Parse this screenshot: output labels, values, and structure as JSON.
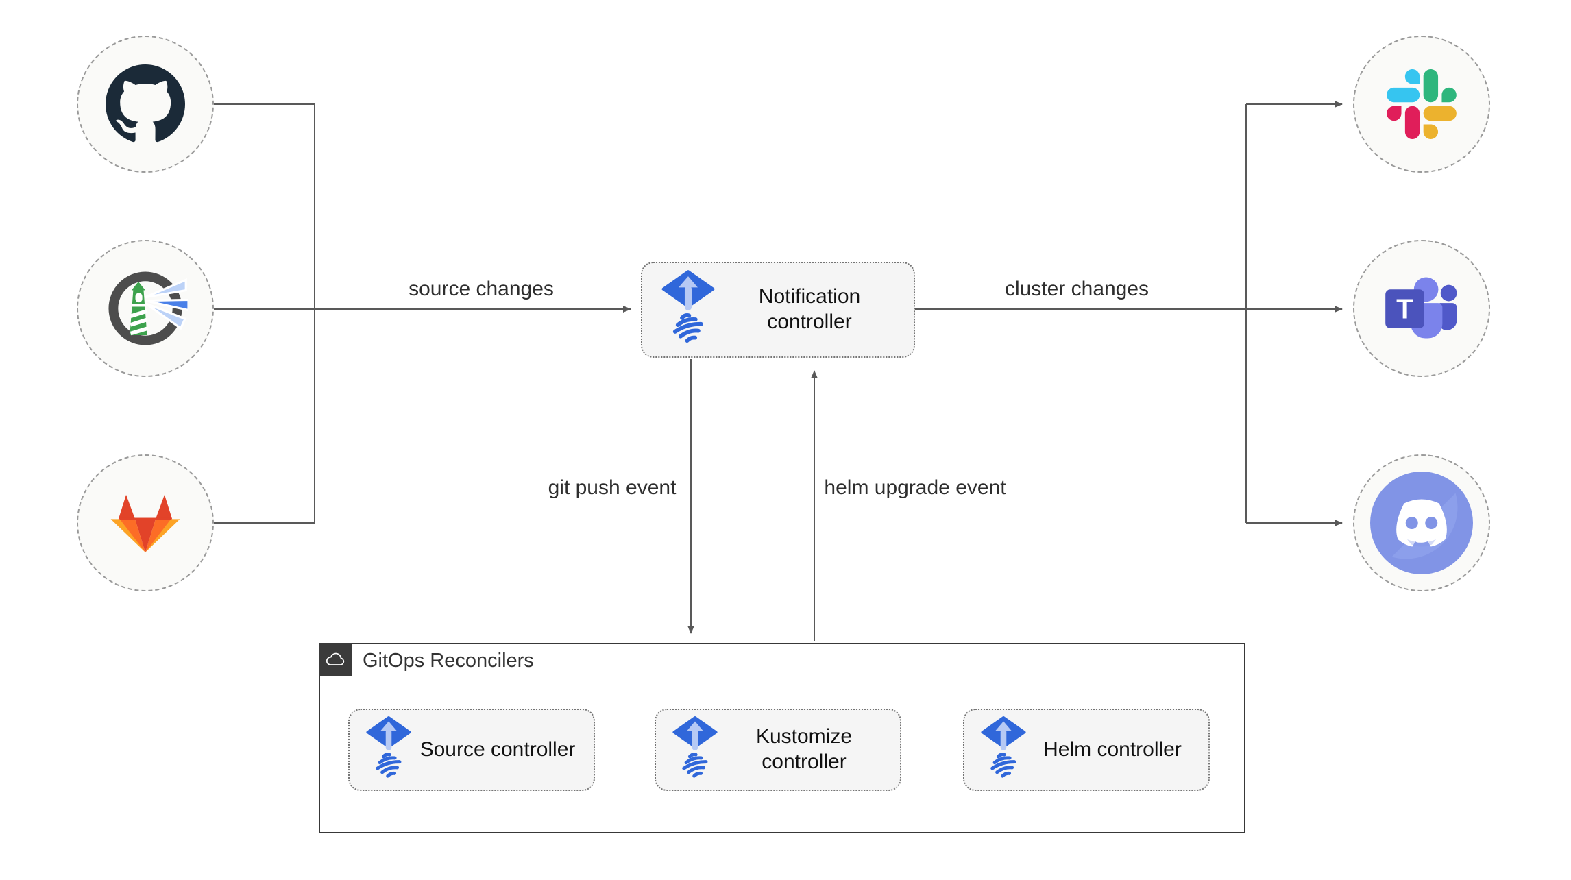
{
  "diagram": {
    "title_hint": "Flux notification flow",
    "center_node": {
      "label": "Notification controller"
    },
    "reconcilers": {
      "title": "GitOps Reconcilers",
      "badge_icon": "cloud-icon",
      "nodes": [
        {
          "id": "source",
          "label": "Source controller"
        },
        {
          "id": "kustomize",
          "label": "Kustomize controller"
        },
        {
          "id": "helm",
          "label": "Helm controller"
        }
      ]
    },
    "edge_labels": {
      "source_changes": "source changes",
      "cluster_changes": "cluster changes",
      "git_push_event": "git push event",
      "helm_upgrade_event": "helm upgrade event"
    },
    "source_icons": [
      "github-icon",
      "harbor-icon",
      "gitlab-icon"
    ],
    "alert_icons": [
      "slack-icon",
      "teams-icon",
      "discord-icon"
    ],
    "colors": {
      "line": "#595959",
      "box_fill": "#f5f5f5",
      "box_border": "#757575",
      "circle_fill": "#fafaf8",
      "circle_border": "#9a9a9a",
      "container_border": "#383838",
      "badge_bg": "#3b3b3b",
      "flux_blue": "#3067da",
      "flux_arrow_light": "#b6c9f4",
      "github": "#1b2a38",
      "gitlab_red": "#e24329",
      "gitlab_orange": "#fc6d26",
      "gitlab_yellow": "#fca326",
      "slack_blue": "#36c5f0",
      "slack_green": "#2eb67d",
      "slack_red": "#e01e5a",
      "slack_yellow": "#ecb22e",
      "teams_dark": "#5059c9",
      "teams_mid": "#4b53bc",
      "teams_light": "#7b83eb",
      "discord_blurple": "#8194e6",
      "harbor_ring": "#4d4d4d",
      "harbor_green": "#3da24d",
      "harbor_beam": "#bcd2f7",
      "harbor_beam_strong": "#4a80e8"
    }
  }
}
